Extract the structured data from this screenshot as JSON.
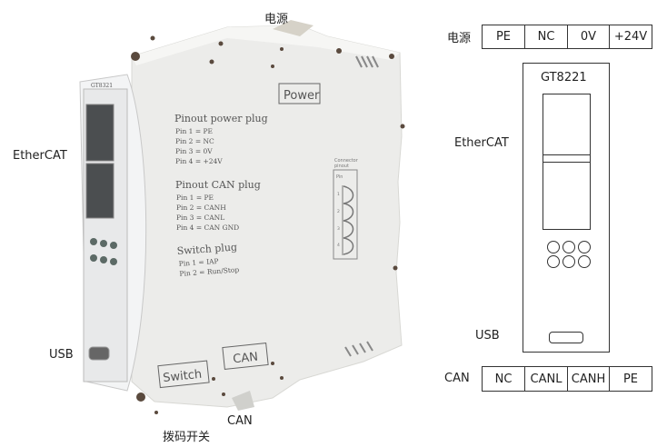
{
  "photo": {
    "labels": {
      "power": "电源",
      "ethercat": "EtherCAT",
      "usb": "USB",
      "can": "CAN",
      "dip_switch": "拨码开关"
    },
    "device_front_label": "GT8321",
    "power_box": "Power",
    "pinout_power": {
      "title": "Pinout power plug",
      "lines": [
        "Pin 1 = PE",
        "Pin 2 = NC",
        "Pin 3 = 0V",
        "Pin 4 = +24V"
      ]
    },
    "pinout_can": {
      "title": "Pinout CAN plug",
      "lines": [
        "Pin 1 = PE",
        "Pin 2 = CANH",
        "Pin 3 = CANL",
        "Pin 4 = CAN GND"
      ]
    },
    "pinout_switch": {
      "title": "Switch plug",
      "lines": [
        "Pin 1 = IAP",
        "Pin 2 = Run/Stop"
      ]
    },
    "connector": {
      "title1": "Connector",
      "title2": "pinout",
      "pin_header": "Pin",
      "pins": [
        "1",
        "2",
        "3",
        "4"
      ]
    },
    "switch_box": "Switch",
    "can_box": "CAN"
  },
  "schematic": {
    "power_label": "电源",
    "power_pins": [
      "PE",
      "NC",
      "0V",
      "+24V"
    ],
    "model": "GT8221",
    "ethercat_label": "EtherCAT",
    "usb_label": "USB",
    "can_label": "CAN",
    "can_pins": [
      "NC",
      "CANL",
      "CANH",
      "PE"
    ]
  }
}
